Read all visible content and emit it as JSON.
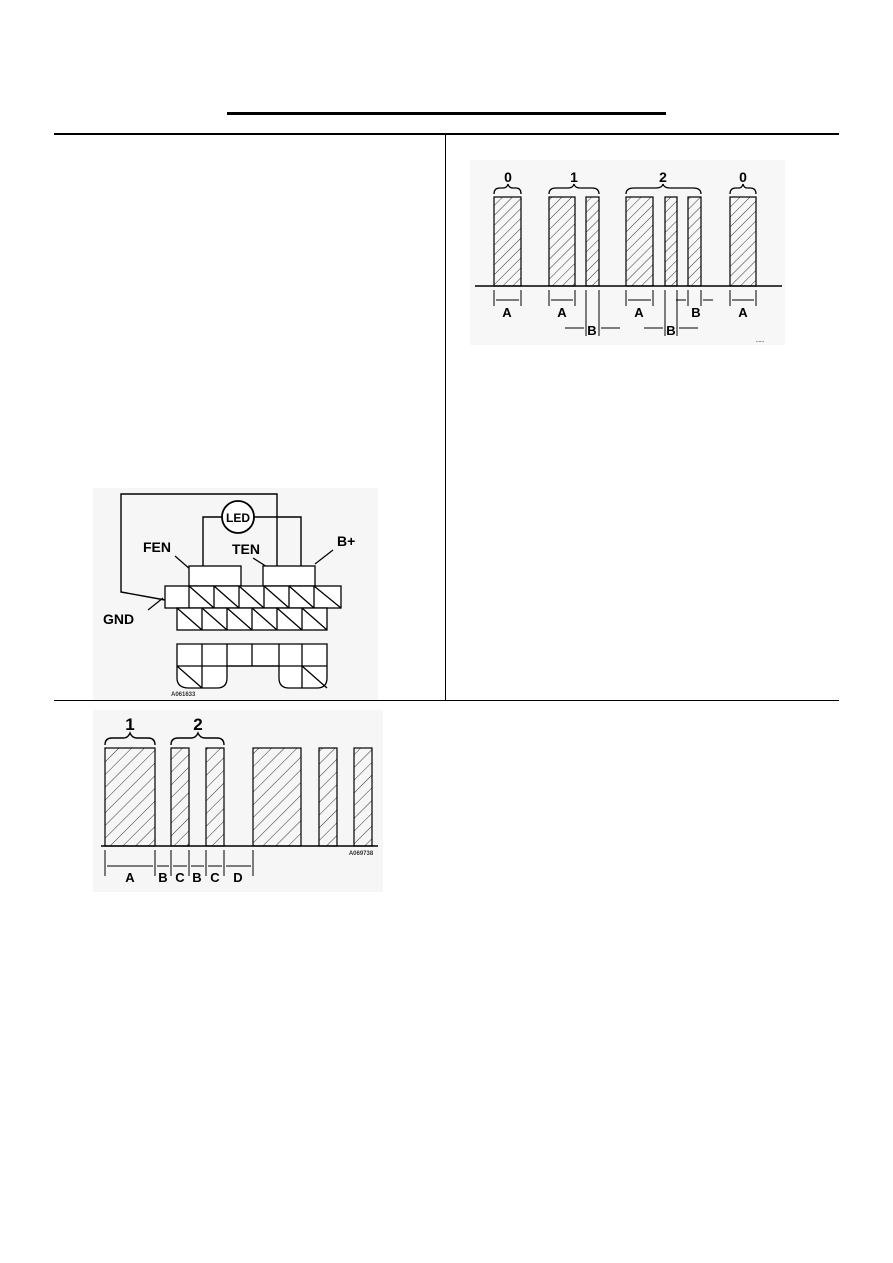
{
  "page": {
    "title": ""
  },
  "figure_top_right": {
    "groups": [
      "0",
      "1",
      "2",
      "0"
    ],
    "dim_labels": [
      "A",
      "A",
      "A",
      "B",
      "A"
    ],
    "dim_labels_lower": [
      "B",
      "B"
    ],
    "code": "......"
  },
  "figure_connector": {
    "labels": {
      "led": "LED",
      "fen": "FEN",
      "ten": "TEN",
      "bplus": "B+",
      "gnd": "GND"
    },
    "code": "A061633"
  },
  "figure_bottom": {
    "groups": [
      "1",
      "2"
    ],
    "dim_labels": [
      "A",
      "B",
      "C",
      "B",
      "C",
      "D"
    ],
    "code": "A069738"
  },
  "colors": {
    "ink": "#000000",
    "paper": "#ffffff",
    "figure_bg": "#f4f4f4"
  }
}
